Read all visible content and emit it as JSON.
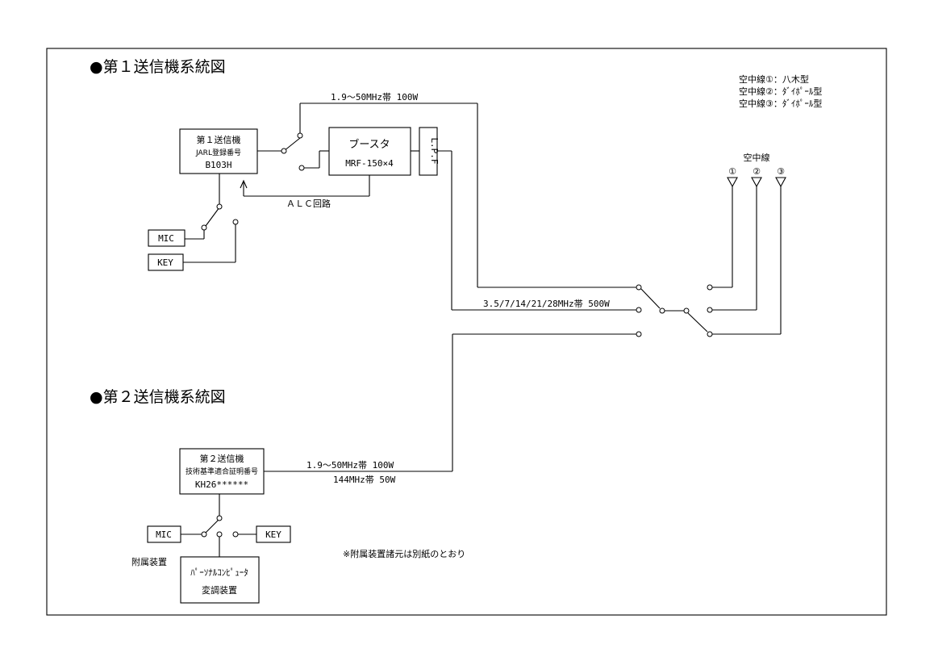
{
  "section1": {
    "title": "●第１送信機系統図",
    "transmitter": {
      "name": "第１送信機",
      "sub": "JARL登録番号",
      "code": "B103H"
    },
    "booster": {
      "name": "ブースタ",
      "model": "MRF-150×4"
    },
    "lpf": "L.P.F",
    "band_top": "1.9～50MHz帯 100W",
    "band_low": "3.5/7/14/21/28MHz帯 500W",
    "alc": "ＡＬＣ回路",
    "mic": "MIC",
    "key": "KEY"
  },
  "antenna_legend": {
    "items": [
      "空中線①：八木型",
      "空中線②：ﾀﾞｲﾎﾟｰﾙ型",
      "空中線③：ﾀﾞｲﾎﾟｰﾙ型"
    ]
  },
  "antennas": {
    "label": "空中線",
    "numbers": [
      "①",
      "②",
      "③"
    ]
  },
  "section2": {
    "title": "●第２送信機系統図",
    "transmitter": {
      "name": "第２送信機",
      "sub": "技術基準適合証明番号",
      "code": "KH26******"
    },
    "band1": "1.9～50MHz帯 100W",
    "band2": "144MHz帯 50W",
    "mic": "MIC",
    "key": "KEY",
    "accessory_label": "附属装置",
    "accessory_name1": "ﾊﾟｰｿﾅﾙｺﾝﾋﾟｭｰﾀ",
    "accessory_name2": "変調装置",
    "note": "※附属装置諸元は別紙のとおり"
  }
}
